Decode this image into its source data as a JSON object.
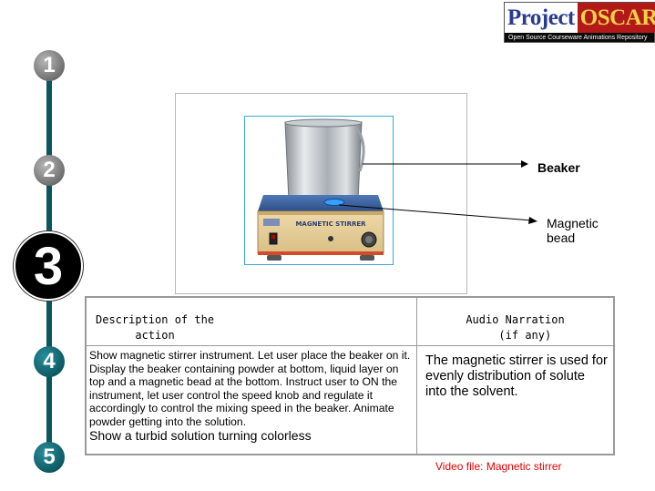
{
  "logo": {
    "project": "Project",
    "oscar": "OSCAR",
    "subtitle": "Open Source Courseware Animations Repository"
  },
  "steps": [
    "1",
    "2",
    "3",
    "4",
    "5"
  ],
  "active_step": "3",
  "figure": {
    "label_beaker": "Beaker",
    "label_bead": "Magnetic bead",
    "device_text": "MAGNETIC STIRRER"
  },
  "table": {
    "col1_header": "Description of the\n      action",
    "col2_header": "Audio Narration\n   (if any)",
    "description": "Show magnetic stirrer instrument. Let user place the beaker on it. Display the beaker containing powder at bottom, liquid layer on top and a magnetic bead at the bottom. Instruct user to ON the instrument, let user control the speed knob and regulate it accordingly to control the mixing speed in the beaker. Animate powder getting into the solution.",
    "description_last": "Show a turbid solution turning colorless",
    "narration": "The magnetic stirrer is used for evenly distribution of solute into the solvent."
  },
  "footer": {
    "video_file": "Video file: Magnetic stirrer"
  },
  "colors": {
    "rail": "#0b5560",
    "link_red": "#e00000",
    "photo_border": "#3aa9d9"
  }
}
